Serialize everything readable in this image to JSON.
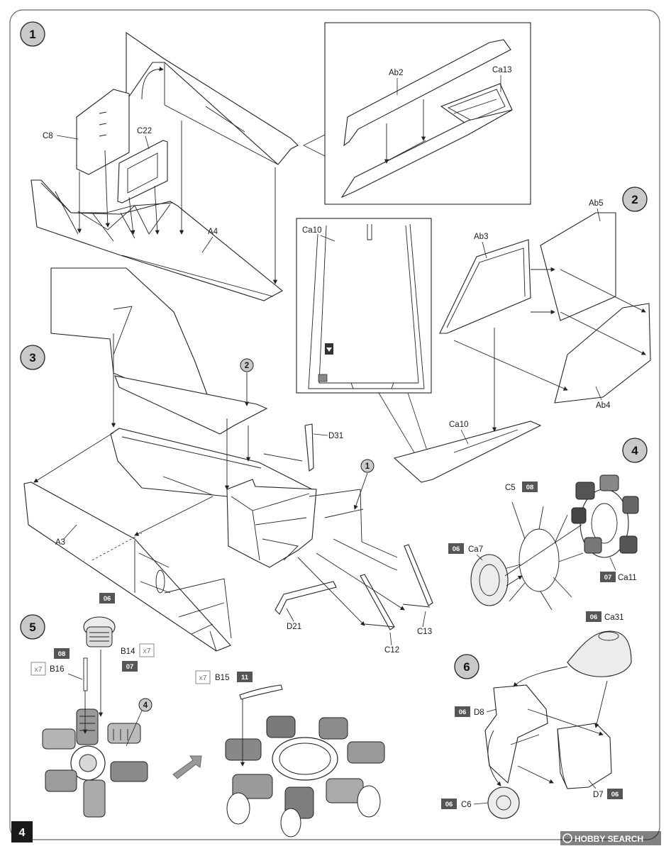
{
  "page": {
    "number": "4",
    "watermark": "HOBBY SEARCH"
  },
  "steps": [
    {
      "id": "step1",
      "number": "1"
    },
    {
      "id": "step2",
      "number": "2"
    },
    {
      "id": "step3",
      "number": "3"
    },
    {
      "id": "step4",
      "number": "4"
    },
    {
      "id": "step5",
      "number": "5"
    },
    {
      "id": "step6",
      "number": "6"
    }
  ],
  "subassembly_refs": {
    "ref2": "2",
    "ref1": "1",
    "ref4": "4"
  },
  "labels": {
    "C8": "C8",
    "C22": "C22",
    "A4": "A4",
    "Ab2": "Ab2",
    "Ca13": "Ca13",
    "Ca10_inset": "Ca10",
    "Ca10": "Ca10",
    "Ab5": "Ab5",
    "Ab3": "Ab3",
    "Ab4": "Ab4",
    "D31": "D31",
    "A3": "A3",
    "D21": "D21",
    "C13": "C13",
    "C12": "C12",
    "C5": "C5",
    "Ca7": "Ca7",
    "Ca11": "Ca11",
    "B14": "B14",
    "B16": "B16",
    "B15": "B15",
    "Ca31": "Ca31",
    "D8": "D8",
    "D7": "D7",
    "C6": "C6"
  },
  "paint_chips": {
    "c08_c5": "08",
    "c06_ca7": "06",
    "c07_ca11": "07",
    "c06_s5": "06",
    "c08_s5": "08",
    "c07_s5": "07",
    "c11_b15": "11",
    "c06_ca31": "06",
    "c06_d8": "06",
    "c06_d7": "06",
    "c06_c6": "06"
  },
  "multipliers": {
    "b14": "x7",
    "b16": "x7",
    "b15": "x7"
  },
  "colors": {
    "ink": "#1a1a1a",
    "step_badge": "#c9c9c9",
    "chip": "#555555",
    "page_tab": "#1a1a1a"
  }
}
